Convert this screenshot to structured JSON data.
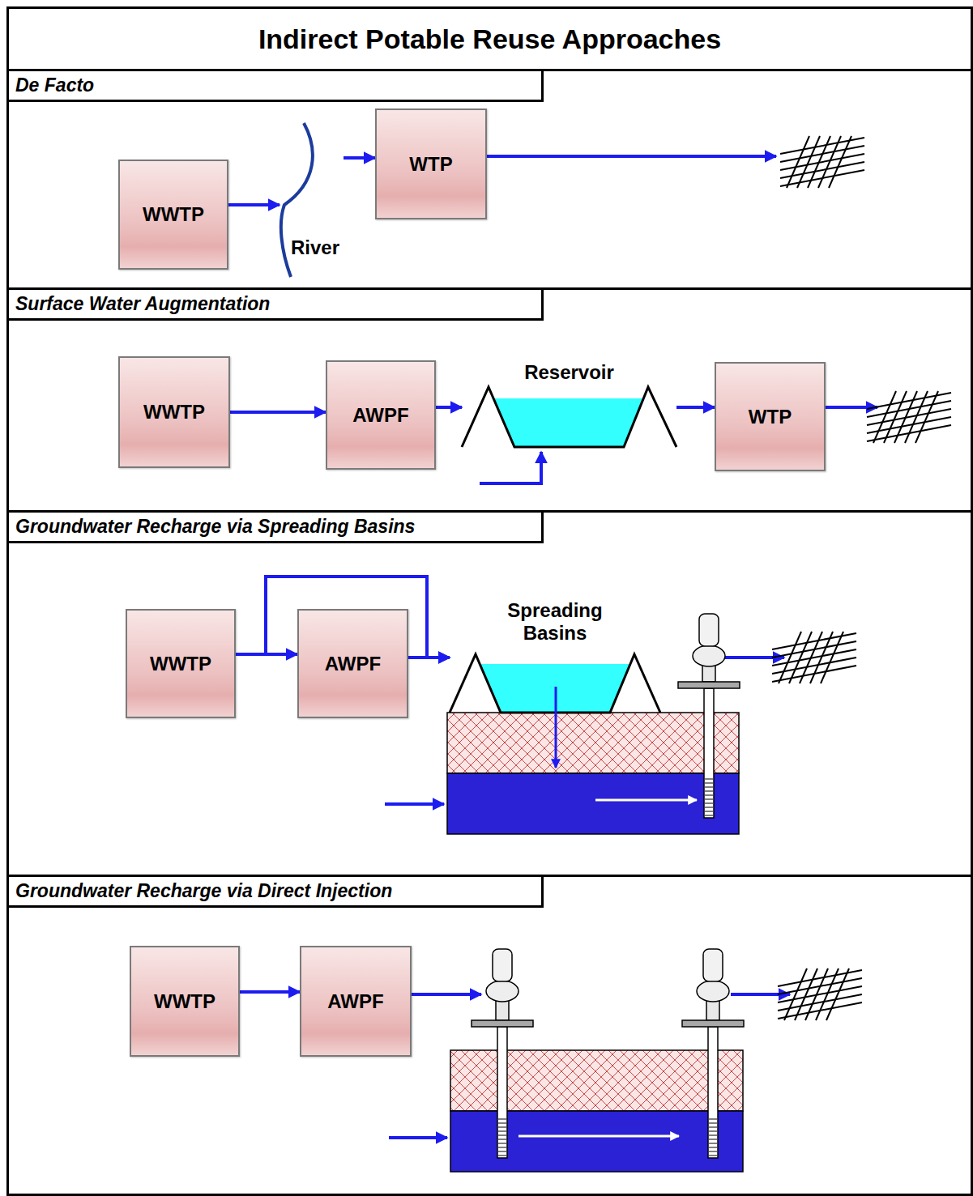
{
  "diagram": {
    "title": "Indirect Potable Reuse Approaches",
    "nodes": [
      {
        "text": [
          "De Facto"
        ]
      },
      {
        "text": [
          "WWTP"
        ],
        "in": 0
      },
      {
        "text": [
          "River"
        ],
        "in": 0
      },
      {
        "text": [
          "WTP"
        ],
        "in": 0
      },
      {
        "text": [
          "Surface Water Augmentation"
        ]
      },
      {
        "text": [
          "WWTP"
        ],
        "in": 4
      },
      {
        "text": [
          "AWPF"
        ],
        "in": 4
      },
      {
        "text": [
          "Reservoir"
        ],
        "in": 4
      },
      {
        "text": [
          "WTP"
        ],
        "in": 4
      },
      {
        "text": [
          "Groundwater Recharge via Spreading Basins"
        ]
      },
      {
        "text": [
          "WWTP"
        ],
        "in": 9
      },
      {
        "text": [
          "AWPF"
        ],
        "in": 9
      },
      {
        "text": [
          "Spreading Basins"
        ],
        "in": 9
      },
      {
        "text": [
          "Groundwater Recharge via Direct Injection"
        ]
      },
      {
        "text": [
          "WWTP"
        ],
        "in": 13
      },
      {
        "text": [
          "AWPF"
        ],
        "in": 13
      }
    ],
    "edges": [
      {
        "from": 1,
        "to": 2,
        "arrow": "to"
      },
      {
        "from": 2,
        "to": 3,
        "arrow": "to"
      },
      {
        "from": 5,
        "to": 6,
        "arrow": "to"
      },
      {
        "from": 6,
        "to": 7,
        "arrow": "to"
      },
      {
        "from": 7,
        "to": 8,
        "arrow": "to"
      },
      {
        "from": 10,
        "to": 11,
        "arrow": "to"
      },
      {
        "from": 10,
        "to": 12,
        "arrow": "to"
      },
      {
        "from": 11,
        "to": 12,
        "arrow": "to"
      },
      {
        "from": 14,
        "to": 15,
        "arrow": "to"
      }
    ]
  }
}
